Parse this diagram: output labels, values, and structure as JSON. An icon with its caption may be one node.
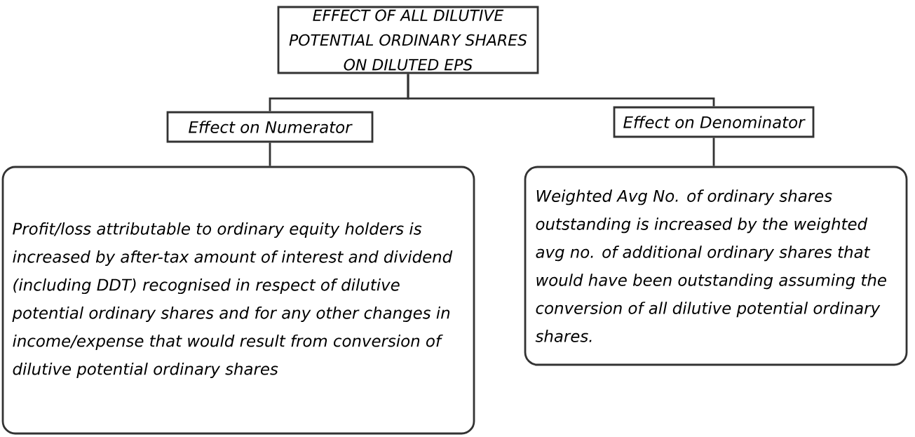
{
  "diagram": {
    "nodes": [
      {
        "text": [
          "EFFECT OF ALL DILUTIVE POTENTIAL ORDINARY SHARES ON DILUTED EPS"
        ]
      },
      {
        "text": [
          "Effect on Numerator"
        ]
      },
      {
        "text": [
          "Effect on Denominator"
        ]
      },
      {
        "text": [
          "Profit/loss attributable to ordinary equity holders is increased by after-tax amount of interest and dividend (including DDT) recognised in respect of dilutive potential ordinary shares and for any other changes in income/expense that would result from conversion of dilutive potential ordinary shares"
        ]
      },
      {
        "text": [
          "Weighted Avg No. of ordinary shares outstanding is increased by the weighted avg no. of additional ordinary shares that would have been outstanding assuming the conversion of all dilutive potential ordinary shares."
        ]
      }
    ],
    "edges": [
      {
        "from": 0,
        "to": 1,
        "arrow": "none"
      },
      {
        "from": 0,
        "to": 2,
        "arrow": "none"
      },
      {
        "from": 1,
        "to": 3,
        "arrow": "none"
      },
      {
        "from": 2,
        "to": 4,
        "arrow": "none"
      }
    ]
  }
}
